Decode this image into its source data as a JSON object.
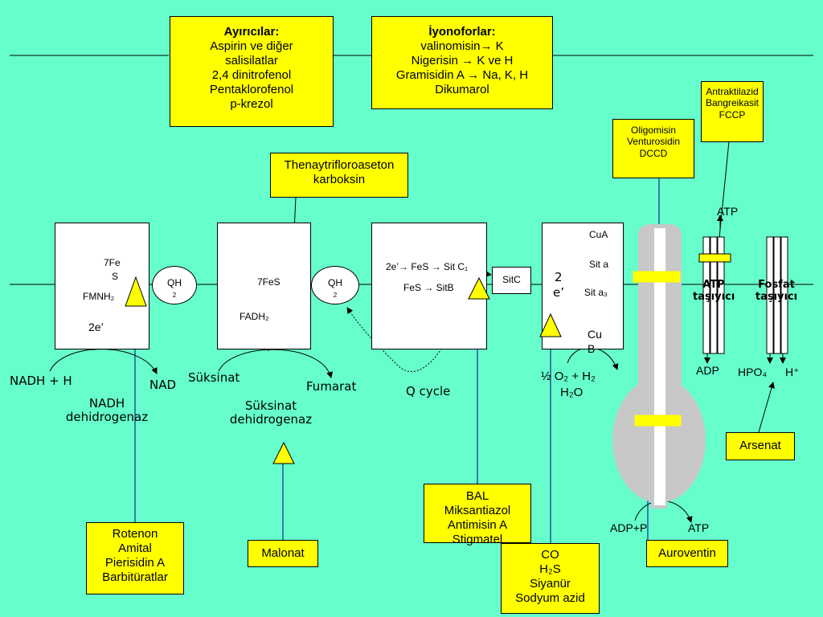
{
  "inhibitor_boxes": {
    "uncouplers": {
      "title": "Ayırıcılar:",
      "lines": [
        "Aspirin ve diğer",
        "salisilatlar",
        "2,4 dinitrofenol",
        "Pentaklorofenol",
        "p-krezol"
      ]
    },
    "ionophores": {
      "title": "İyonoforlar:",
      "line1": "valinomisin→ K",
      "line2": "Nigerisin → K ve H",
      "line3": "Gramisidin A → Na, K, H",
      "line4": "Dikumarol"
    },
    "thenoyl": {
      "lines": [
        "Thenaytrifloroaseton",
        "karboksin"
      ]
    },
    "atractyloside": {
      "lines": [
        "Antraktilazid",
        "Bangreikasit",
        "FCCP"
      ]
    },
    "oligomycin": {
      "lines": [
        "Oligomisin",
        "Venturosidin",
        "DCCD"
      ]
    },
    "rotenone": {
      "lines": [
        "Rotenon",
        "Amital",
        "Pierisidin A",
        "Barbitüratlar"
      ]
    },
    "malonate": {
      "label": "Malonat"
    },
    "bal": {
      "lines": [
        "BAL",
        "Miksantiazol",
        "Antimisin A",
        "Stigmatel"
      ]
    },
    "co": {
      "line1": "CO",
      "line2": "H₂S",
      "line3": "Siyanür",
      "line4": "Sodyum azid"
    },
    "aurovertin": {
      "label": "Auroventin"
    },
    "arsenate": {
      "label": "Arsenat"
    }
  },
  "complex1": {
    "fes": "7Fe",
    "fes_s": "S",
    "fmn": "FMNH₂",
    "electrons": "2e’",
    "nadh": "NADH + H",
    "nad": "NAD",
    "name_line1": "NADH",
    "name_line2": "dehidrogenaz"
  },
  "quinone": {
    "label": "QH",
    "sub": "2"
  },
  "complex2": {
    "fes": "7FeS",
    "fad": "FADH₂",
    "succinate": "Süksinat",
    "fumarate": "Fumarat",
    "name_line1": "Süksinat",
    "name_line2": "dehidrogenaz"
  },
  "complex3": {
    "row1": "2e’→ FeS → Sit C₁",
    "row2": "FeS → SitB",
    "q_cycle": "Q cycle"
  },
  "cytc": {
    "label": "SitC"
  },
  "complex4": {
    "cua": "CuA",
    "sit_a": "Sit a",
    "sit_a3": "Sit a₃",
    "e_num": "2",
    "e_label": "e’",
    "cub_1": "Cu",
    "cub_2": "B",
    "reaction_prefix": "½",
    "reaction_rest": "O₂ + H₂",
    "water": "H₂O"
  },
  "atp_synthase": {
    "adp_p": "ADP+P",
    "atp": "ATP"
  },
  "atp_carrier": {
    "atp": "ATP",
    "label_1": "ATP",
    "label_2": "taşıyıcı",
    "adp": "ADP"
  },
  "phosphate_carrier": {
    "label_1": "Fosfat",
    "label_2": "taşıyıcı",
    "hpo4": "HPO₄",
    "h": "H⁺"
  },
  "colors": {
    "background": "#66ffcc",
    "inhibitor_box": "#ffff00",
    "inhibitor_line": "#000080",
    "synthase": "#c8c8c8"
  }
}
